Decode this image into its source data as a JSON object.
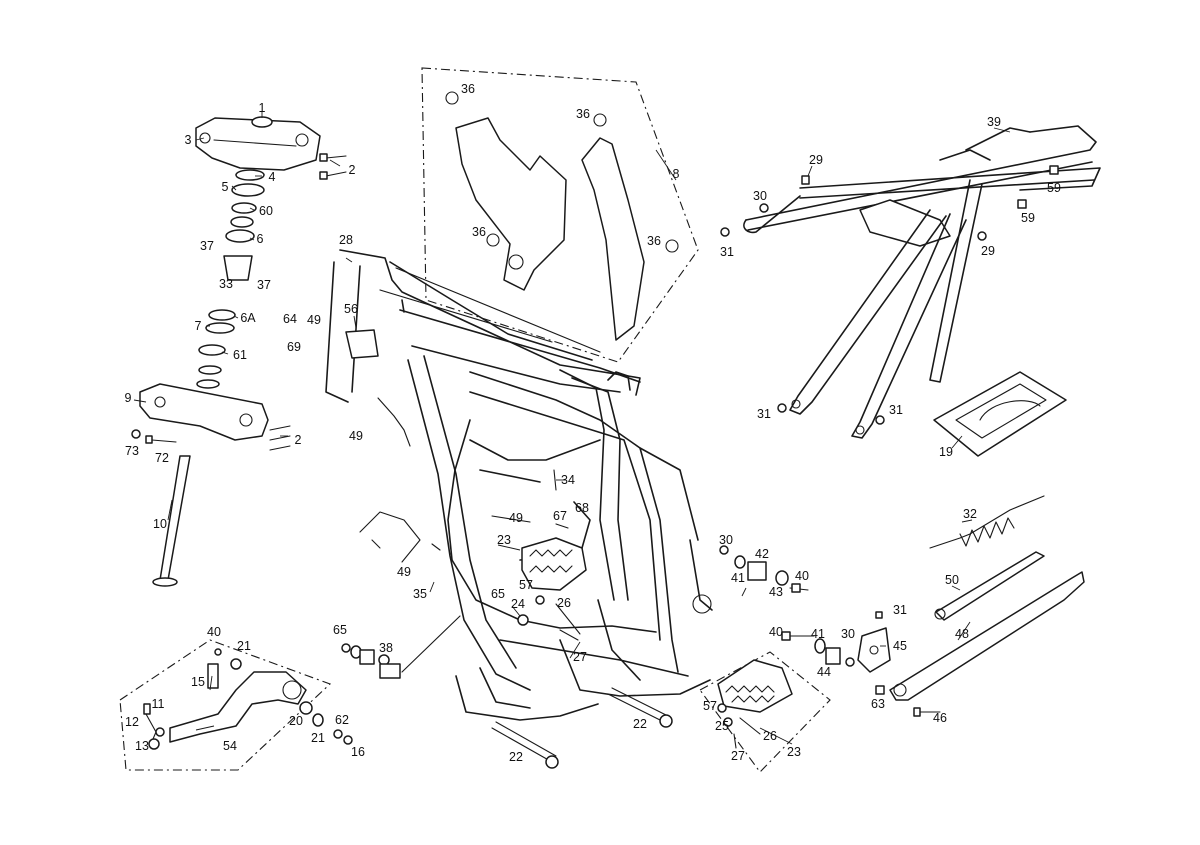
{
  "callouts": [
    {
      "id": "c1",
      "text": "1"
    },
    {
      "id": "c3",
      "text": "3"
    },
    {
      "id": "c2a",
      "text": "2"
    },
    {
      "id": "c4",
      "text": "4"
    },
    {
      "id": "c5",
      "text": "5"
    },
    {
      "id": "c60",
      "text": "60"
    },
    {
      "id": "c6",
      "text": "6"
    },
    {
      "id": "c37a",
      "text": "37"
    },
    {
      "id": "c33",
      "text": "33"
    },
    {
      "id": "c37b",
      "text": "37"
    },
    {
      "id": "c6a",
      "text": "6A"
    },
    {
      "id": "c7",
      "text": "7"
    },
    {
      "id": "c61",
      "text": "61"
    },
    {
      "id": "c64",
      "text": "64"
    },
    {
      "id": "c49a",
      "text": "49"
    },
    {
      "id": "c69",
      "text": "69"
    },
    {
      "id": "c9",
      "text": "9"
    },
    {
      "id": "c2b",
      "text": "2"
    },
    {
      "id": "c73",
      "text": "73"
    },
    {
      "id": "c72",
      "text": "72"
    },
    {
      "id": "c10",
      "text": "10"
    },
    {
      "id": "c28",
      "text": "28"
    },
    {
      "id": "c56",
      "text": "56"
    },
    {
      "id": "c49b",
      "text": "49"
    },
    {
      "id": "c36a",
      "text": "36"
    },
    {
      "id": "c36b",
      "text": "36"
    },
    {
      "id": "c36c",
      "text": "36"
    },
    {
      "id": "c36d",
      "text": "36"
    },
    {
      "id": "c8",
      "text": "8"
    },
    {
      "id": "c39",
      "text": "39"
    },
    {
      "id": "c29a",
      "text": "29"
    },
    {
      "id": "c30a",
      "text": "30"
    },
    {
      "id": "c31a",
      "text": "31"
    },
    {
      "id": "c59a",
      "text": "59"
    },
    {
      "id": "c59b",
      "text": "59"
    },
    {
      "id": "c29b",
      "text": "29"
    },
    {
      "id": "c31b",
      "text": "31"
    },
    {
      "id": "c31c",
      "text": "31"
    },
    {
      "id": "c19",
      "text": "19"
    },
    {
      "id": "c34",
      "text": "34"
    },
    {
      "id": "c49c",
      "text": "49"
    },
    {
      "id": "c67",
      "text": "67"
    },
    {
      "id": "c68",
      "text": "68"
    },
    {
      "id": "c23a",
      "text": "23"
    },
    {
      "id": "c49d",
      "text": "49"
    },
    {
      "id": "c35",
      "text": "35"
    },
    {
      "id": "c57a",
      "text": "57"
    },
    {
      "id": "c65a",
      "text": "65"
    },
    {
      "id": "c24",
      "text": "24"
    },
    {
      "id": "c26a",
      "text": "26"
    },
    {
      "id": "c27a",
      "text": "27"
    },
    {
      "id": "c30b",
      "text": "30"
    },
    {
      "id": "c42",
      "text": "42"
    },
    {
      "id": "c41a",
      "text": "41"
    },
    {
      "id": "c43",
      "text": "43"
    },
    {
      "id": "c40a",
      "text": "40"
    },
    {
      "id": "c32",
      "text": "32"
    },
    {
      "id": "c50",
      "text": "50"
    },
    {
      "id": "c31d",
      "text": "31"
    },
    {
      "id": "c48",
      "text": "48"
    },
    {
      "id": "c40b",
      "text": "40"
    },
    {
      "id": "c41b",
      "text": "41"
    },
    {
      "id": "c30c",
      "text": "30"
    },
    {
      "id": "c45",
      "text": "45"
    },
    {
      "id": "c44",
      "text": "44"
    },
    {
      "id": "c63",
      "text": "63"
    },
    {
      "id": "c46",
      "text": "46"
    },
    {
      "id": "c40c",
      "text": "40"
    },
    {
      "id": "c21a",
      "text": "21"
    },
    {
      "id": "c15",
      "text": "15"
    },
    {
      "id": "c11",
      "text": "11"
    },
    {
      "id": "c12",
      "text": "12"
    },
    {
      "id": "c13",
      "text": "13"
    },
    {
      "id": "c54",
      "text": "54"
    },
    {
      "id": "c20",
      "text": "20"
    },
    {
      "id": "c62",
      "text": "62"
    },
    {
      "id": "c21b",
      "text": "21"
    },
    {
      "id": "c16",
      "text": "16"
    },
    {
      "id": "c65b",
      "text": "65"
    },
    {
      "id": "c38",
      "text": "38"
    },
    {
      "id": "c22a",
      "text": "22"
    },
    {
      "id": "c22b",
      "text": "22"
    },
    {
      "id": "c57b",
      "text": "57"
    },
    {
      "id": "c25",
      "text": "25"
    },
    {
      "id": "c26b",
      "text": "26"
    },
    {
      "id": "c27b",
      "text": "27"
    },
    {
      "id": "c23b",
      "text": "23"
    }
  ]
}
